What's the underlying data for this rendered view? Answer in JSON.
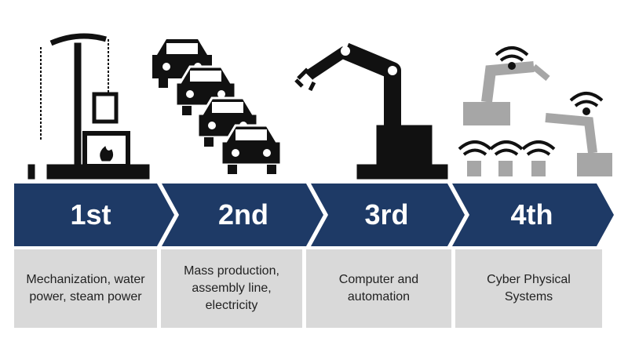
{
  "colors": {
    "chevron": "#1e3a66",
    "box": "#d9d9d9",
    "icon_dark": "#111111",
    "icon_gray": "#a6a6a6"
  },
  "stages": [
    {
      "label": "1st",
      "description": "Mechanization, water power, steam power",
      "icon": "steam-pump-icon"
    },
    {
      "label": "2nd",
      "description": "Mass production, assembly line, electricity",
      "icon": "cars-assembly-icon"
    },
    {
      "label": "3rd",
      "description": "Computer and automation",
      "icon": "robot-arm-icon"
    },
    {
      "label": "4th",
      "description": "Cyber Physical Systems",
      "icon": "connected-robots-icon"
    }
  ]
}
